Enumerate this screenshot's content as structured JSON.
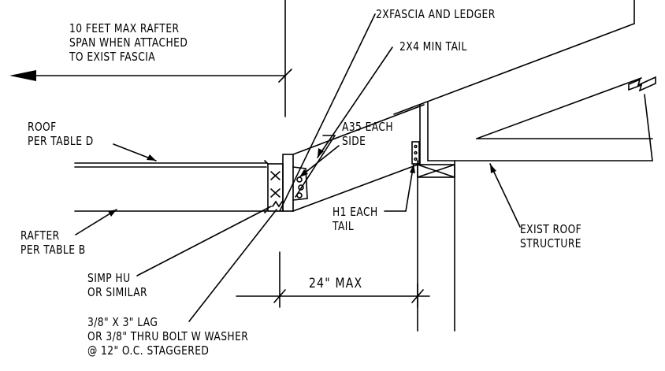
{
  "labels": {
    "span_note": [
      "10 FEET MAX RAFTER",
      "SPAN WHEN ATTACHED",
      "TO EXIST FASCIA"
    ],
    "fascia_ledger": "2XFASCIA AND LEDGER",
    "tail": "2X4 MIN TAIL",
    "roof": [
      "ROOF",
      "PER TABLE D"
    ],
    "a35": [
      "A35 EACH",
      "SIDE"
    ],
    "rafter": [
      "RAFTER",
      "PER TABLE B"
    ],
    "h1": [
      "H1 EACH",
      "TAIL"
    ],
    "exist_roof": [
      "EXIST ROOF",
      "STRUCTURE"
    ],
    "hanger": [
      "SIMP HU",
      "OR SIMILAR"
    ],
    "lag": [
      "3/8\" X 3\" LAG",
      "OR 3/8\" THRU BOLT W WASHER",
      "@ 12\" O.C. STAGGERED"
    ],
    "dimension": "24\"  MAX"
  }
}
